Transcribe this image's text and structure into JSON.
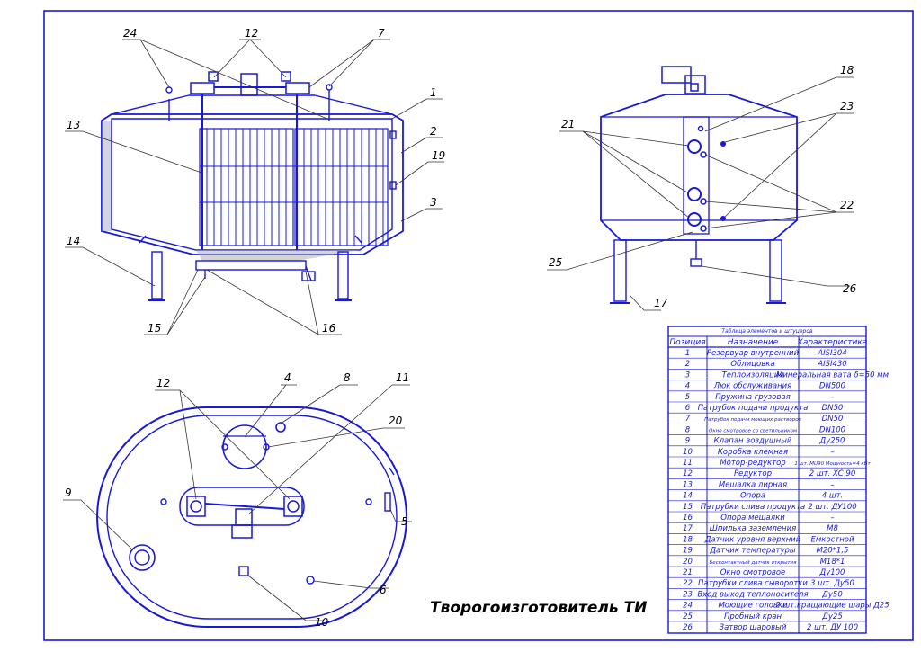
{
  "drawing": {
    "title": "Творогоизготовитель ТИ",
    "view_labels": {
      "front": [
        "24",
        "12",
        "7",
        "1",
        "2",
        "19",
        "3",
        "13",
        "14",
        "15",
        "16"
      ],
      "side": [
        "18",
        "23",
        "21",
        "22",
        "25",
        "17",
        "26"
      ],
      "top": [
        "12",
        "4",
        "8",
        "11",
        "20",
        "9",
        "5",
        "6",
        "10"
      ]
    }
  },
  "table": {
    "caption": "Таблица элементов и штуцеров",
    "headers": [
      "Позиция",
      "Назначение",
      "Характеристика"
    ],
    "rows": [
      [
        "1",
        "Резервуар внутренний",
        "AISI304"
      ],
      [
        "2",
        "Облицовка",
        "AISI430"
      ],
      [
        "3",
        "Теплоизоляция",
        "Минеральная вата δ=50 мм"
      ],
      [
        "4",
        "Люк обслуживания",
        "DN500"
      ],
      [
        "5",
        "Пружина грузовая",
        "–"
      ],
      [
        "6",
        "Патрубок подачи продукта",
        "DN50"
      ],
      [
        "7",
        "Патрубок подачи моющих растворов",
        "DN50"
      ],
      [
        "8",
        "Окно смотровое со светильником",
        "DN100"
      ],
      [
        "9",
        "Клапан воздушный",
        "Ду250"
      ],
      [
        "10",
        "Коробка клемная",
        "–"
      ],
      [
        "11",
        "Мотор-редуктор",
        "1 шт. MU90 Мощность=4 кВт"
      ],
      [
        "12",
        "Редуктор",
        "2 шт. ХС 90"
      ],
      [
        "13",
        "Мешалка лирная",
        "–"
      ],
      [
        "14",
        "Опора",
        "4 шт."
      ],
      [
        "15",
        "Патрубки слива продукта",
        "2 шт. ДУ100"
      ],
      [
        "16",
        "Опора мешалки",
        "–"
      ],
      [
        "17",
        "Шпилька заземления",
        "М8"
      ],
      [
        "18",
        "Датчик уровня верхний",
        "Емкостной"
      ],
      [
        "19",
        "Датчик температуры",
        "М20*1,5"
      ],
      [
        "20",
        "Бесконтактный датчик открытия",
        "М18*1"
      ],
      [
        "21",
        "Окно смотровое",
        "Ду100"
      ],
      [
        "22",
        "Патрубки слива сыворотки",
        "3 шт. Ду50"
      ],
      [
        "23",
        "Вход выход теплоносителя",
        "Ду50"
      ],
      [
        "24",
        "Моющие головки",
        "2 шт.вращающие шары Д25"
      ],
      [
        "25",
        "Пробный кран",
        "Ду25"
      ],
      [
        "26",
        "Затвор шаровый",
        "2 шт. ДУ 100"
      ]
    ]
  },
  "colors": {
    "line": "#1818d8",
    "leader": "#333333",
    "hatch": "#888888"
  }
}
